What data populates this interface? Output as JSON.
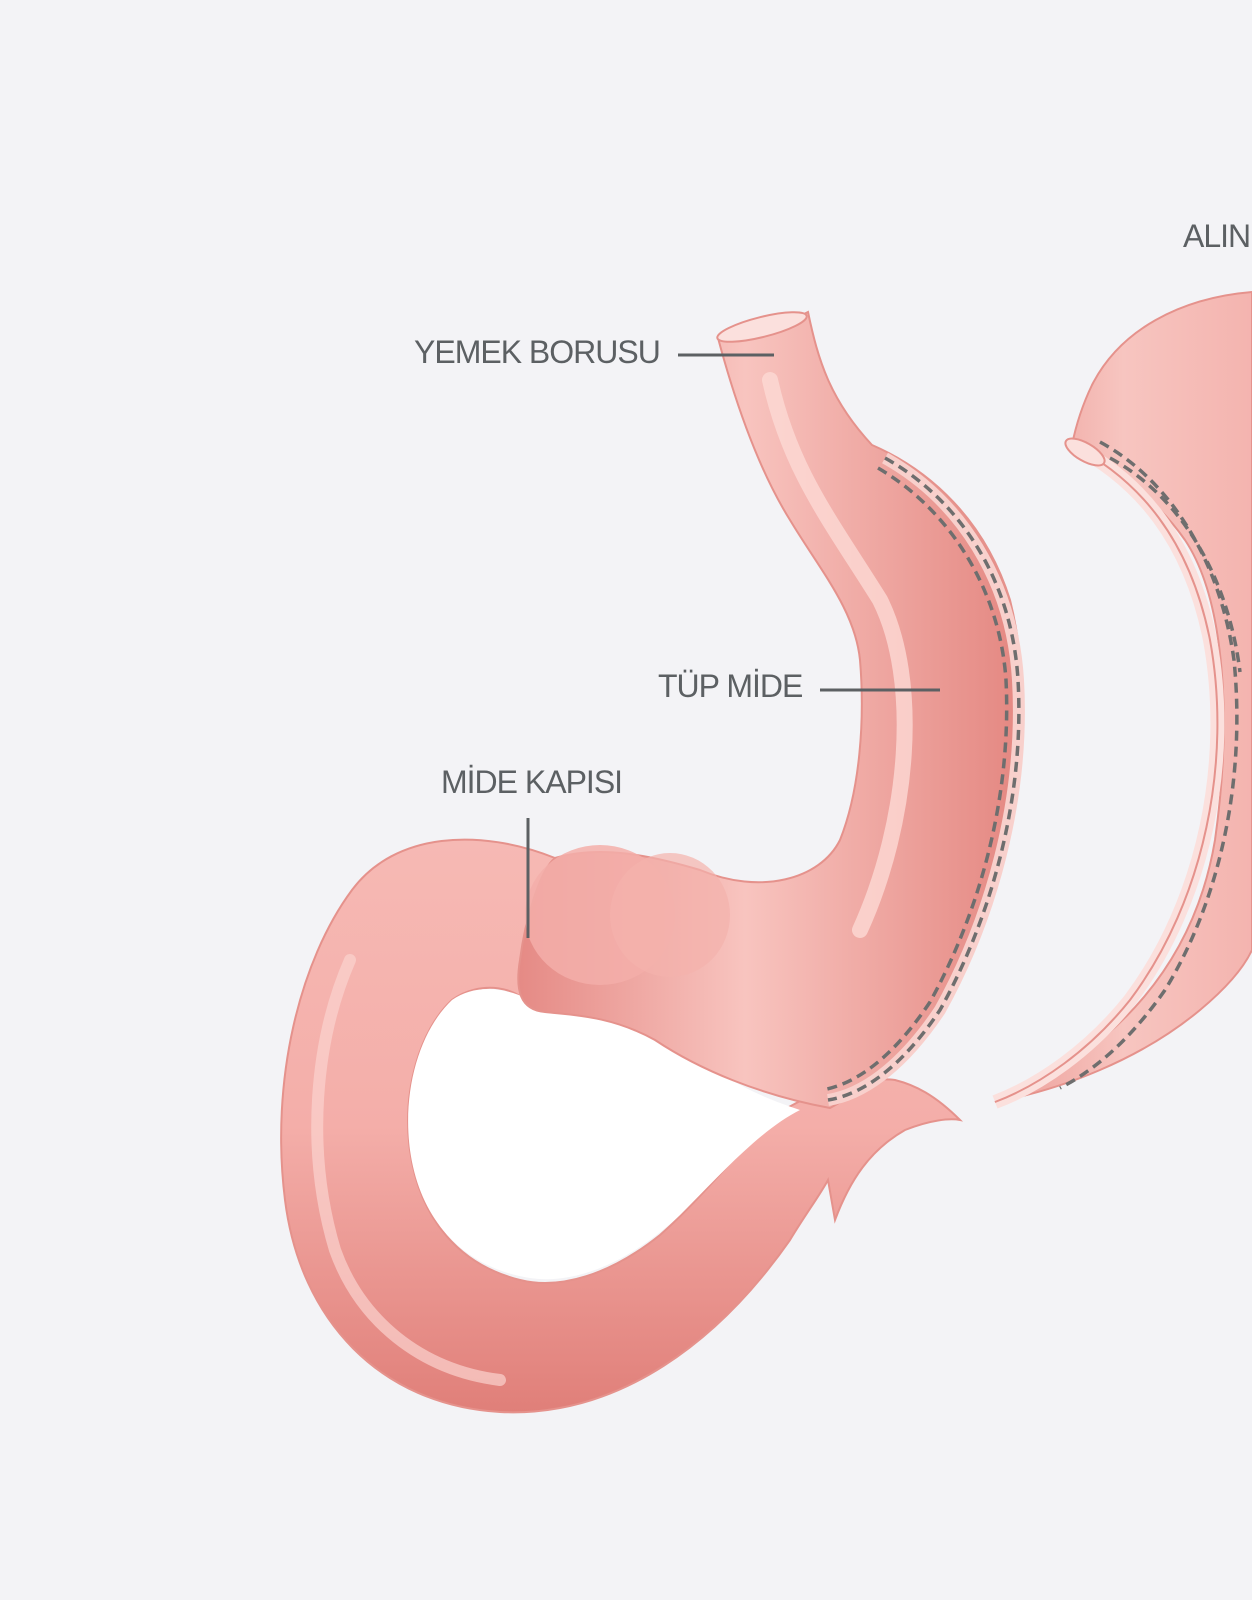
{
  "diagram": {
    "labels": {
      "esophagus": "YEMEK BORUSU",
      "sleeve_stomach": "TÜP MİDE",
      "pylorus": "MİDE KAPISI",
      "removed_part": "ALIN"
    },
    "colors": {
      "background": "#f3f3f6",
      "tissue": "#f2aaa5",
      "tissue_dark": "#d9746f",
      "tissue_light": "#fcd9d5",
      "staples": "#6e6e6e",
      "leader_lines": "#5c6063"
    }
  }
}
